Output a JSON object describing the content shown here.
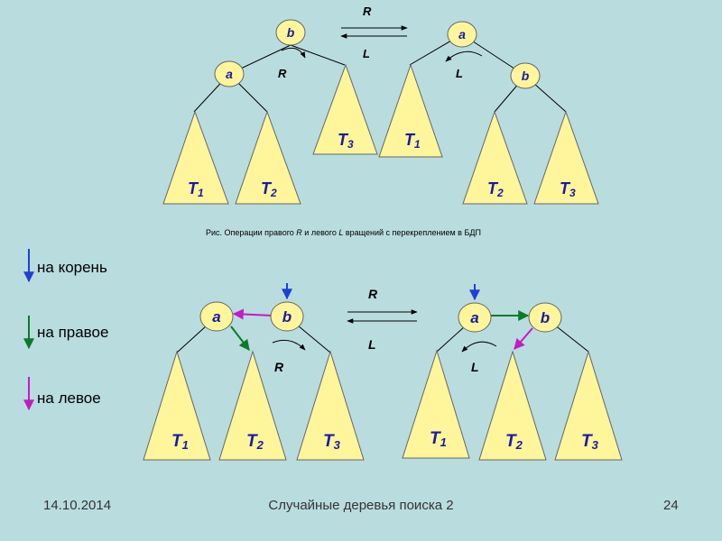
{
  "figure_caption": {
    "prefix": "Рис. Операции правого ",
    "r": "R",
    "middle": " и левого ",
    "l": "L",
    "suffix": " вращений с перекреплением в БДП"
  },
  "top_diagram": {
    "left_tree": {
      "root": "b",
      "child": "a",
      "rotation_label": "R",
      "subtrees": [
        "T",
        "T",
        "T"
      ],
      "subscripts": [
        "1",
        "2",
        "3"
      ]
    },
    "right_tree": {
      "root": "a",
      "child": "b",
      "rotation_label": "L",
      "subtrees": [
        "T",
        "T",
        "T"
      ],
      "subscripts": [
        "1",
        "2",
        "3"
      ]
    },
    "arrow_right_label": "R",
    "arrow_left_label": "L"
  },
  "bottom_diagram": {
    "left_tree": {
      "root": "b",
      "child": "a",
      "rotation_label": "R",
      "subtrees": [
        "T",
        "T",
        "T"
      ],
      "subscripts": [
        "1",
        "2",
        "3"
      ]
    },
    "right_tree": {
      "root": "a",
      "child": "b",
      "rotation_label": "L",
      "subtrees": [
        "T",
        "T",
        "T"
      ],
      "subscripts": [
        "1",
        "2",
        "3"
      ]
    },
    "arrow_right_label": "R",
    "arrow_left_label": "L"
  },
  "legend": [
    {
      "label": "на корень",
      "color": "#1f3fd6"
    },
    {
      "label": "на правое",
      "color": "#0b7a2a"
    },
    {
      "label": "на левое",
      "color": "#c21cc2"
    }
  ],
  "footer": {
    "date": "14.10.2014",
    "title": "Случайные деревья поиска 2",
    "page": "24"
  },
  "colors": {
    "background": "#b9dcdf",
    "node_fill": "#fff59a",
    "triangle_fill": "#fff59a",
    "text_blue": "#1a1aa6"
  }
}
